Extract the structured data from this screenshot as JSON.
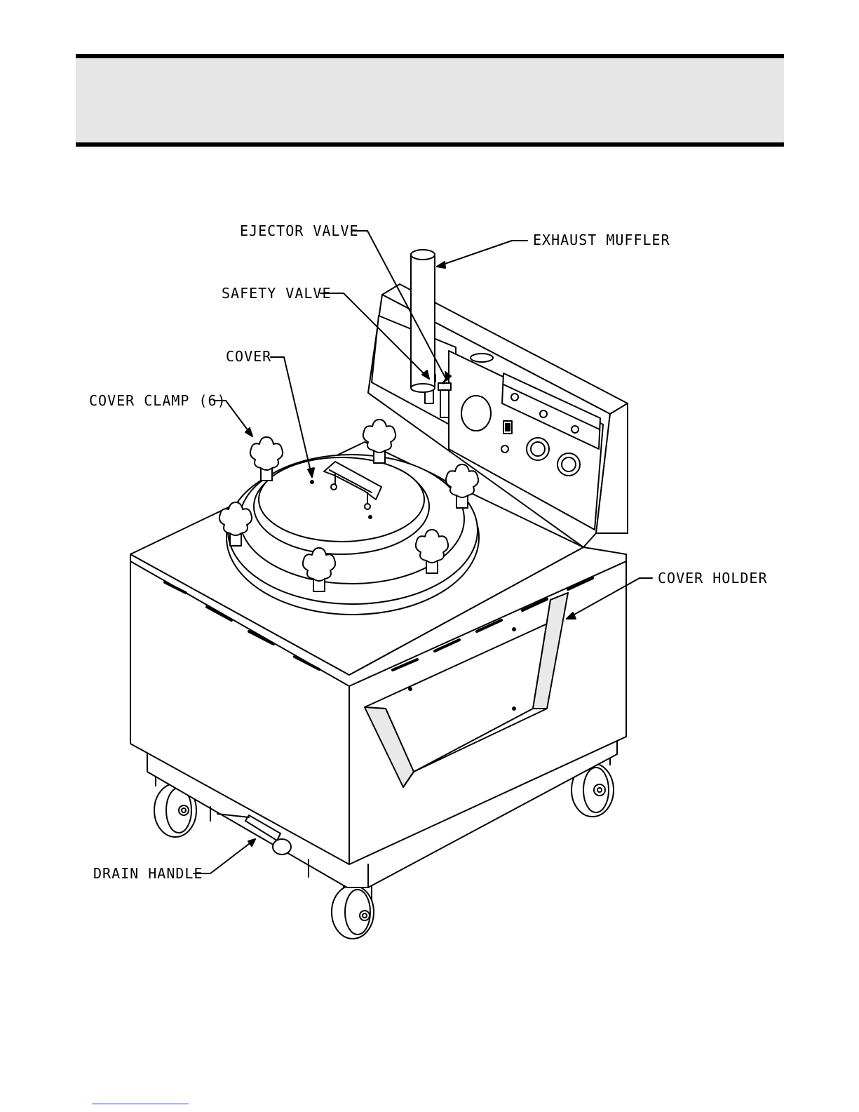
{
  "callouts": {
    "ejector_valve": "EJECTOR VALVE",
    "exhaust_muffler": "EXHAUST MUFFLER",
    "safety_valve": "SAFETY VALVE",
    "cover": "COVER",
    "cover_clamp": "COVER CLAMP (6)",
    "cover_holder": "COVER HOLDER",
    "drain_handle": "DRAIN HANDLE"
  }
}
